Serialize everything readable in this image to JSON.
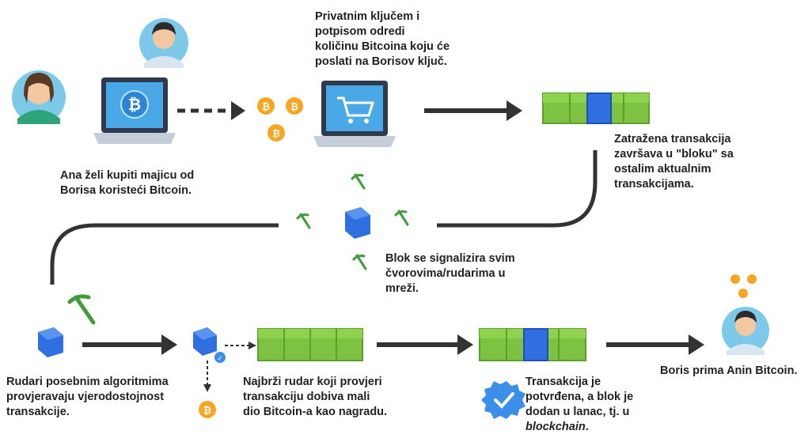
{
  "labels": {
    "ana": [
      "Ana želi kupiti majicu od",
      "Borisa koristeći Bitcoin."
    ],
    "sign": [
      "Privatnim ključem i",
      "potpisom odredi",
      "količinu Bitcoina koju će",
      "poslati na Borisov ključ."
    ],
    "block": [
      "Zatražena transakcija",
      "završava u \"bloku\" sa",
      "ostalim aktualnim",
      "transakcijama."
    ],
    "signal": [
      "Blok se signalizira svim",
      "čvorovima/rudarima u",
      "mreži."
    ],
    "miners": [
      "Rudari posebnim algoritmima",
      "provjeravaju vjerodostojnost",
      "transakcije."
    ],
    "reward": [
      "Najbrži rudar koji provjeri",
      "transakciju dobiva mali",
      "dio Bitcoin-a kao nagradu."
    ],
    "confirmed": [
      "Transakcija je",
      "potvrđena, a blok je",
      "dodan u lanac, tj. u"
    ],
    "confirmed_italic": "blockchain",
    "boris": "Boris prima Anin Bitcoin."
  },
  "icons": {
    "bitcoin_symbol": "₿",
    "check_symbol": "✓"
  },
  "colors": {
    "green": "#7dc242",
    "green_dark": "#5e9e2a",
    "blue": "#2f6fe0",
    "blue_dark": "#1f4fb5",
    "coin": "#f6a623",
    "arrow": "#333333",
    "laptop_screen": "#4aa8e6",
    "badge": "#3b8fe6"
  }
}
